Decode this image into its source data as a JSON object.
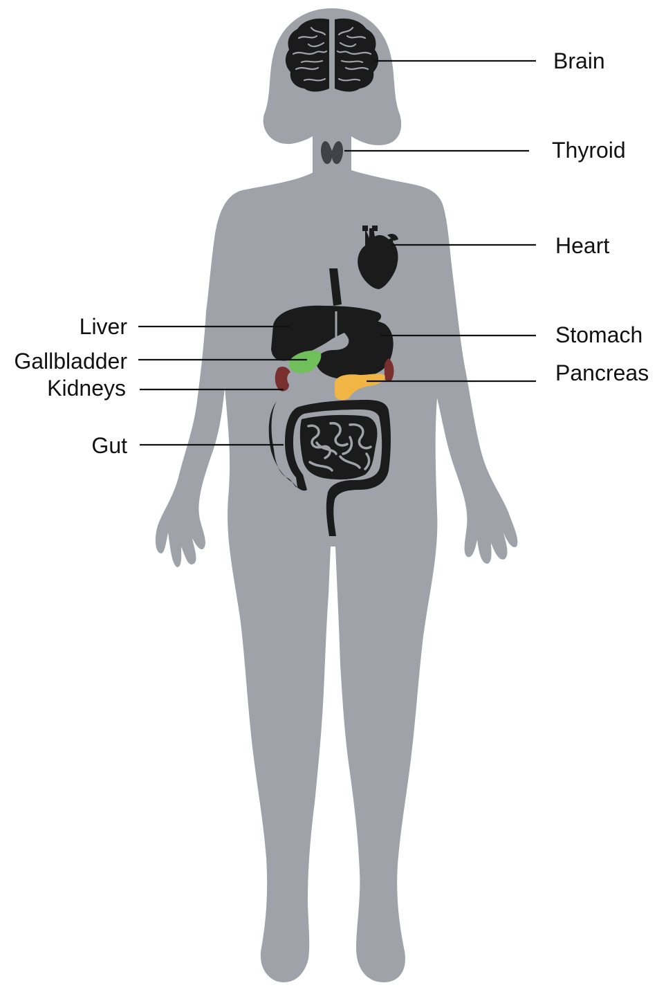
{
  "labels": {
    "brain": "Brain",
    "thyroid": "Thyroid",
    "heart": "Heart",
    "liver": "Liver",
    "gallbladder": "Gallbladder",
    "kidneys": "Kidneys",
    "gut": "Gut",
    "stomach": "Stomach",
    "pancreas": "Pancreas"
  },
  "colors": {
    "background": "#ffffff",
    "body": "#9fa3a9",
    "organ": "#1b1b1b",
    "thyroid": "#3f4246",
    "gallbladder": "#6fbf5a",
    "kidney": "#7a2f2f",
    "pancreas": "#f0b545",
    "leader_line": "#111111",
    "text": "#111111"
  }
}
